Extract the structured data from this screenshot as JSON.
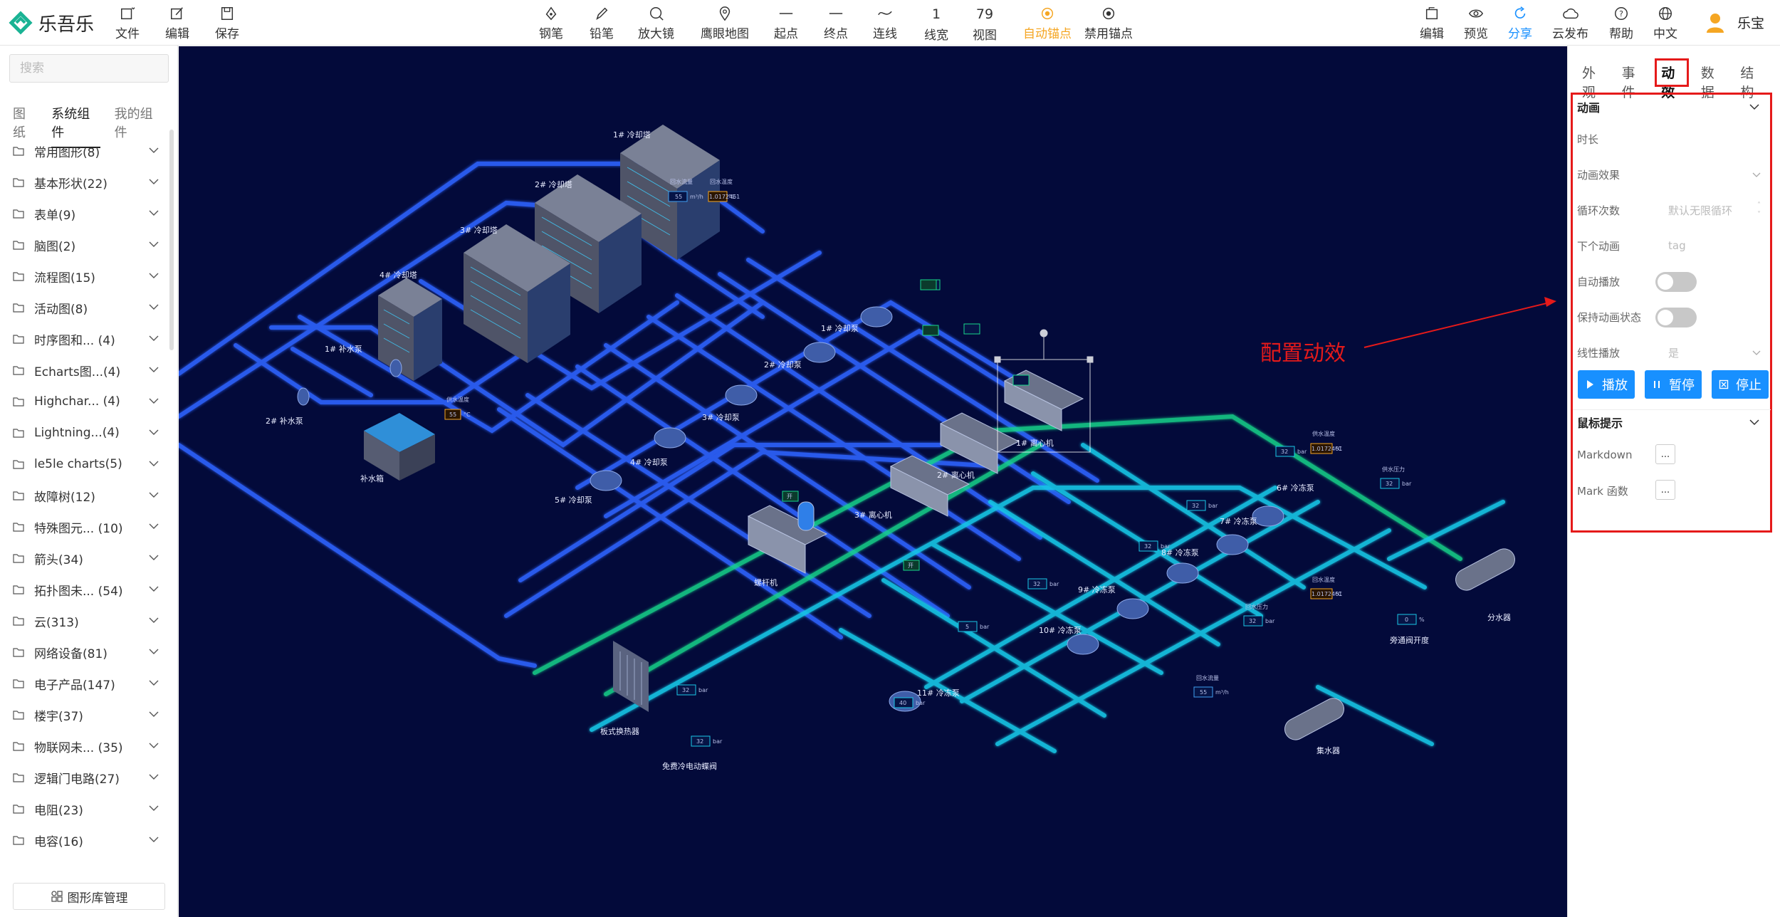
{
  "app": {
    "name": "乐吾乐",
    "brand_color": "#1ab394"
  },
  "toolbar_left": [
    {
      "label": "文件",
      "icon": "file-icon"
    },
    {
      "label": "编辑",
      "icon": "edit-icon"
    },
    {
      "label": "保存",
      "icon": "save-icon"
    }
  ],
  "toolbar_center": [
    {
      "label": "钢笔",
      "icon": "pen-icon"
    },
    {
      "label": "铅笔",
      "icon": "pencil-icon"
    },
    {
      "label": "放大镜",
      "icon": "magnifier-icon"
    },
    {
      "label": "鹰眼地图",
      "icon": "map-pin-icon"
    },
    {
      "label": "起点",
      "icon": "line-start-icon"
    },
    {
      "label": "终点",
      "icon": "line-end-icon"
    },
    {
      "label": "连线",
      "icon": "curve-icon"
    },
    {
      "label": "线宽",
      "value": "1"
    },
    {
      "label": "视图",
      "value": "79"
    },
    {
      "label": "自动锚点",
      "icon": "anchor-dot-icon",
      "active": true
    },
    {
      "label": "禁用锚点",
      "icon": "anchor-disabled-icon"
    }
  ],
  "toolbar_right": [
    {
      "label": "编辑",
      "icon": "edit-doc-icon"
    },
    {
      "label": "预览",
      "icon": "eye-icon"
    },
    {
      "label": "分享",
      "icon": "share-icon",
      "active": true
    },
    {
      "label": "云发布",
      "icon": "cloud-icon"
    },
    {
      "label": "帮助",
      "icon": "help-icon"
    },
    {
      "label": "中文",
      "icon": "globe-icon"
    }
  ],
  "user": {
    "name": "乐宝"
  },
  "left": {
    "search_placeholder": "搜索",
    "tabs": [
      "图纸",
      "系统组件",
      "我的组件"
    ],
    "active_tab": "系统组件",
    "categories": [
      "常用图形(8)",
      "基本形状(22)",
      "表单(9)",
      "脑图(2)",
      "流程图(15)",
      "活动图(8)",
      "时序图和... (4)",
      "Echarts图...(4)",
      "Highchar... (4)",
      "Lightning...(4)",
      "le5le charts(5)",
      "故障树(12)",
      "特殊图元... (10)",
      "箭头(34)",
      "拓扑图未... (54)",
      "云(313)",
      "网络设备(81)",
      "电子产品(147)",
      "楼宇(37)",
      "物联网未... (35)",
      "逻辑门电路(27)",
      "电阻(23)",
      "电容(16)"
    ],
    "library_button": "图形库管理"
  },
  "canvas": {
    "labels": {
      "tower1": "1# 冷却塔",
      "tower2": "2# 冷却塔",
      "tower3": "3# 冷却塔",
      "tower4": "4# 冷却塔",
      "makeup_pump1": "1# 补水泵",
      "makeup_pump2": "2# 补水泵",
      "makeup_tank": "补水箱",
      "cpump1": "1# 冷却泵",
      "cpump2": "2# 冷却泵",
      "cpump3": "3# 冷却泵",
      "cpump4": "4# 冷却泵",
      "cpump5": "5# 冷却泵",
      "chiller1": "1# 离心机",
      "chiller2": "2# 离心机",
      "chiller3": "3# 离心机",
      "screw": "螺杆机",
      "fpump6": "6# 冷冻泵",
      "fpump7": "7# 冷冻泵",
      "fpump8": "8# 冷冻泵",
      "fpump9": "9# 冷冻泵",
      "fpump10": "10# 冷冻泵",
      "fpump11": "11# 冷冻泵",
      "plate_hx": "板式换热器",
      "valve": "免费冷电动蝶阀",
      "bypass": "旁通阀开度",
      "divider": "分水器",
      "collector": "集水器",
      "return_flow": "回水流量",
      "return_temp": "回水温度",
      "supply_temp": "供水温度",
      "supply_press": "供水压力",
      "return_press": "回水压力"
    },
    "readouts": {
      "flow55": "55",
      "flow_unit": "m³/h",
      "temp": "1.0172461",
      "temp_unit": "°C",
      "supply_temp_val": "55",
      "p32": "32",
      "bar": "bar",
      "p5": "5",
      "p40": "40",
      "bypass_val": "0",
      "pct": "%",
      "on": "开"
    },
    "annotation": "配置动效",
    "colors": {
      "background": "#030a3a",
      "pipe_blue": "#2f63ff",
      "pipe_cyan": "#19c7e6",
      "pipe_green": "#17d58a"
    }
  },
  "right": {
    "tabs": [
      "外观",
      "事件",
      "动效",
      "数据",
      "结构"
    ],
    "active_tab": "动效",
    "animation": {
      "title": "动画",
      "duration_label": "时长",
      "effect_label": "动画效果",
      "loop_label": "循环次数",
      "loop_placeholder": "默认无限循环",
      "next_label": "下个动画",
      "next_placeholder": "tag",
      "autoplay_label": "自动播放",
      "keep_label": "保持动画状态",
      "linear_label": "线性播放",
      "linear_value": "是",
      "play": "播放",
      "pause": "暂停",
      "stop": "停止"
    },
    "tooltip": {
      "title": "鼠标提示",
      "markdown_label": "Markdown",
      "mark_fn_label": "Mark 函数",
      "dots": "..."
    }
  },
  "accent": {
    "blue": "#1890ff",
    "orange": "#f5a623",
    "red": "#e51a1a"
  }
}
